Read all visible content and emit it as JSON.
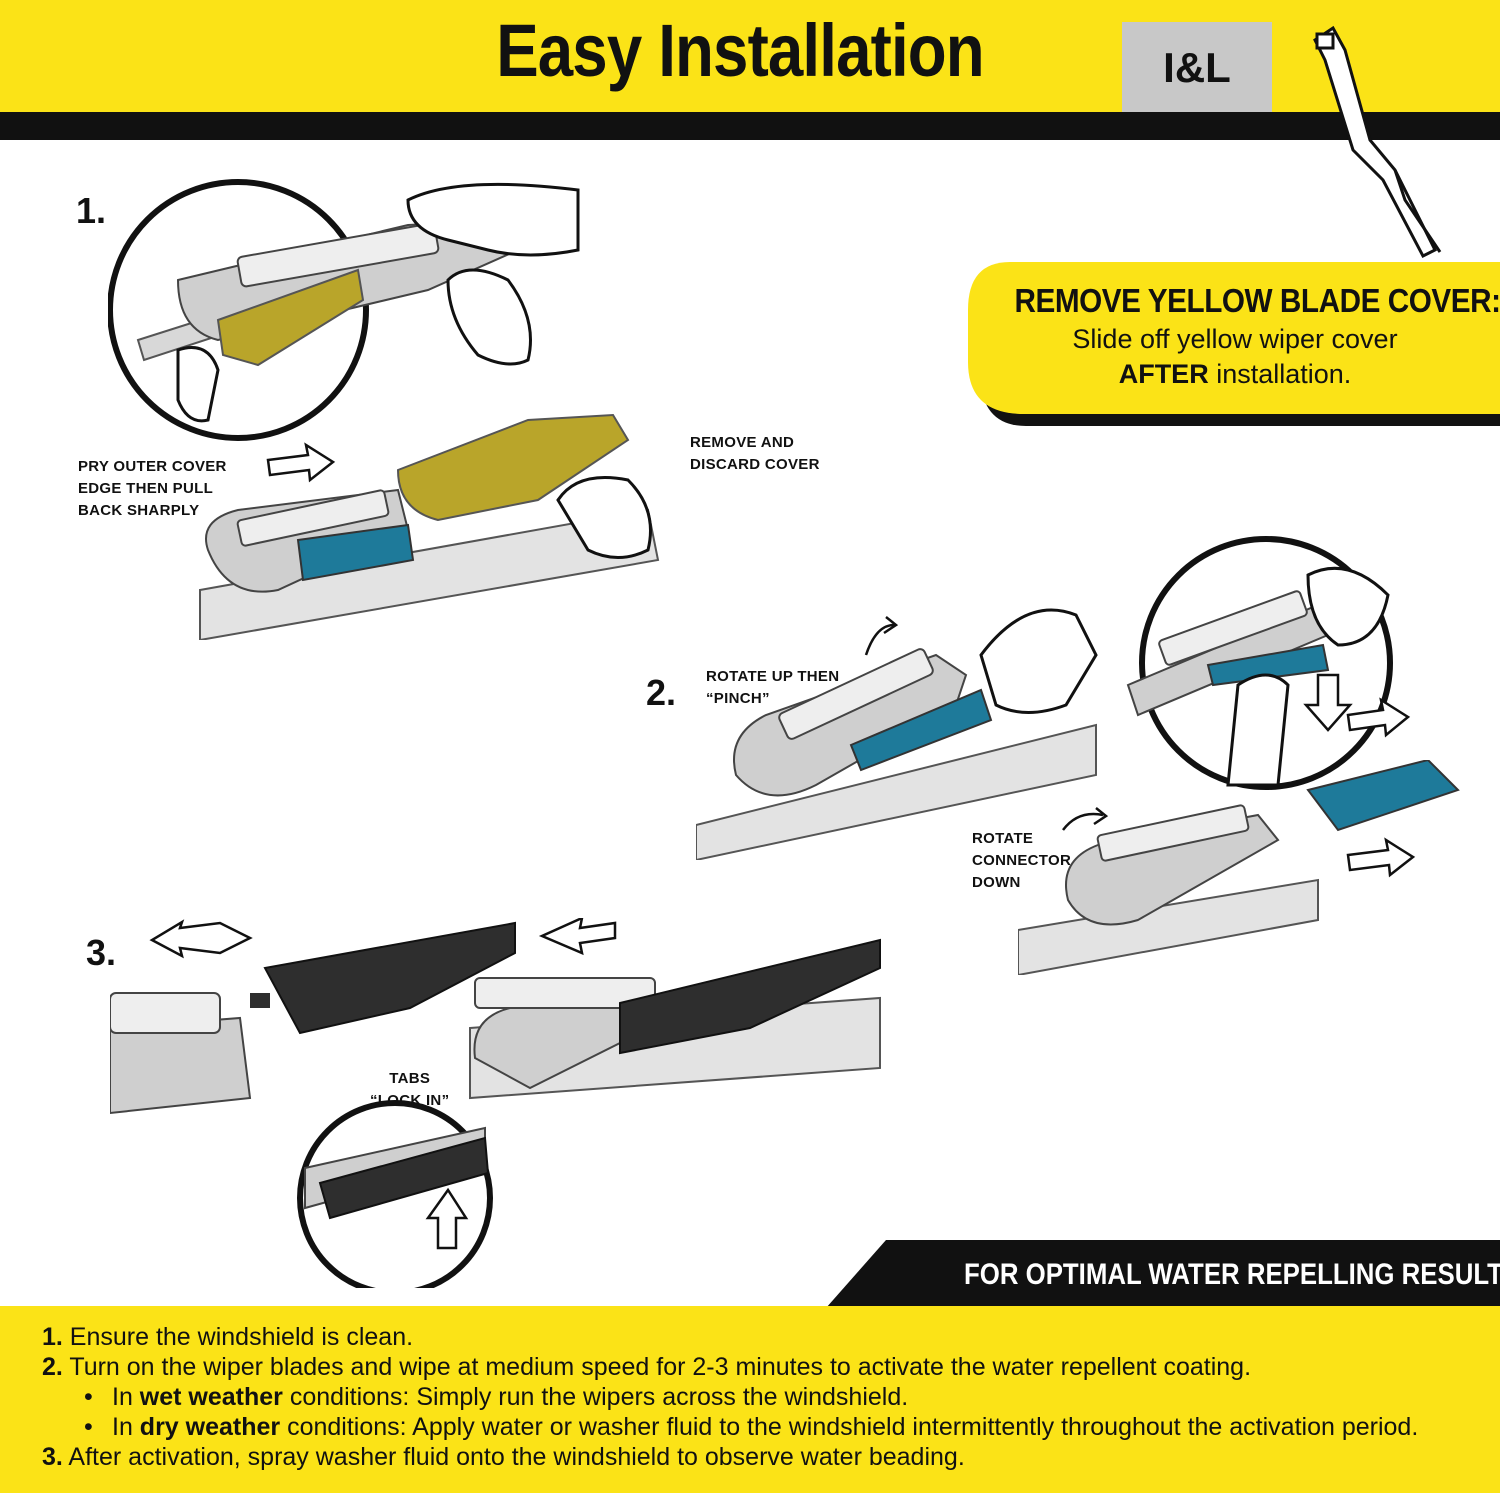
{
  "header": {
    "title": "Easy Installation",
    "code": "I&L"
  },
  "remove_cover": {
    "heading": "REMOVE YELLOW BLADE COVER:",
    "line1": "Slide off yellow wiper cover",
    "line2_bold": "AFTER",
    "line2_rest": " installation."
  },
  "steps": {
    "step1": {
      "number": "1.",
      "label_pry": "PRY OUTER COVER\nEDGE THEN PULL\nBACK SHARPLY",
      "label_remove": "REMOVE AND\nDISCARD COVER"
    },
    "step2": {
      "number": "2.",
      "label_rotate_up": "ROTATE UP THEN\n“PINCH”",
      "label_rotate_down": "ROTATE\nCONNECTOR\nDOWN"
    },
    "step3": {
      "number": "3.",
      "label_tabs": "TABS\n“LOCK IN”"
    }
  },
  "optimal": {
    "heading": "FOR OPTIMAL WATER REPELLING RESULTS:",
    "items": [
      {
        "num": "1.",
        "text": " Ensure the windshield is clean."
      },
      {
        "num": "2.",
        "text": " Turn on the wiper blades and wipe at medium speed for 2-3 minutes to activate the water repellent coating."
      },
      {
        "num": "3.",
        "text": " After activation, spray washer fluid onto the windshield to observe water beading."
      }
    ],
    "bullets": [
      {
        "pre": "In ",
        "bold": "wet weather",
        "post": " conditions: Simply run the wipers across the windshield."
      },
      {
        "pre": "In ",
        "bold": "dry weather",
        "post": " conditions: Apply water or washer fluid to the windshield intermittently throughout the activation period."
      }
    ]
  },
  "colors": {
    "yellow": "#fbe317",
    "black": "#111111",
    "gray_box": "#c8c8c8",
    "teal_cover": "#1e7a9a",
    "olive_cover": "#b9a52a"
  }
}
